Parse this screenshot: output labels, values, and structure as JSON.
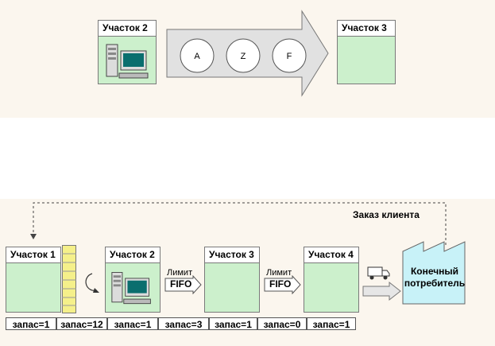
{
  "top": {
    "station_left": "Участок 2",
    "station_right": "Участок 3",
    "queue": [
      "A",
      "Z",
      "F"
    ]
  },
  "bottom": {
    "order_label": "Заказ клиента",
    "stations": [
      "Участок 1",
      "Участок 2",
      "Участок 3",
      "Участок 4"
    ],
    "fifo": [
      {
        "limit": "Лимит",
        "text": "FIFO"
      },
      {
        "limit": "Лимит",
        "text": "FIFO"
      }
    ],
    "customer": [
      "Конечный",
      "потребитель"
    ],
    "inventory": [
      "запас=1",
      "запас=12",
      "запас=1",
      "запас=3",
      "запас=1",
      "запас=0",
      "запас=1"
    ]
  },
  "colors": {
    "panel": "#fbf6ee",
    "station_fill": "#ccf0cc",
    "buffer_fill": "#f5f08a",
    "customer_fill": "#c8f2f8"
  }
}
